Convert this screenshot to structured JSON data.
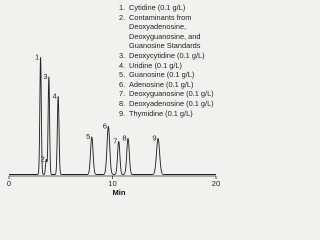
{
  "chart_data": {
    "type": "line",
    "xlabel": "Min",
    "xlim": [
      0,
      20
    ],
    "x_ticks": [
      0,
      10,
      20
    ],
    "baseline": 0.01,
    "series": [
      {
        "values": []
      }
    ],
    "peaks": [
      {
        "label": "1",
        "x": 3.05,
        "height": 0.78,
        "width": 0.07
      },
      {
        "label": "2",
        "x": 3.6,
        "height": 0.1,
        "width": 0.07
      },
      {
        "label": "3",
        "x": 3.85,
        "height": 0.65,
        "width": 0.07
      },
      {
        "label": "4",
        "x": 4.75,
        "height": 0.52,
        "width": 0.08
      },
      {
        "label": "5",
        "x": 8.0,
        "height": 0.25,
        "width": 0.12
      },
      {
        "label": "6",
        "x": 9.6,
        "height": 0.32,
        "width": 0.13
      },
      {
        "label": "7",
        "x": 10.6,
        "height": 0.22,
        "width": 0.11
      },
      {
        "label": "8",
        "x": 11.5,
        "height": 0.24,
        "width": 0.12
      },
      {
        "label": "9",
        "x": 14.4,
        "height": 0.24,
        "width": 0.15
      }
    ],
    "legend": [
      {
        "num": "1.",
        "text": "Cytidine (0.1 g/L)"
      },
      {
        "num": "2.",
        "text": "Contaminants from Deoxyadenosine, Deoxyguanosine, and Guanosine Standards"
      },
      {
        "num": "3.",
        "text": "Deoxycytidine (0.1 g/L)"
      },
      {
        "num": "4.",
        "text": "Uridine (0.1 g/L)"
      },
      {
        "num": "5.",
        "text": "Guanosine (0.1 g/L)"
      },
      {
        "num": "6.",
        "text": "Adenosine (0.1 g/L)"
      },
      {
        "num": "7.",
        "text": "Deoxyguanosine (0.1 g/L)"
      },
      {
        "num": "8.",
        "text": "Deoxyadenosine (0.1 g/L)"
      },
      {
        "num": "9.",
        "text": "Thymidine (0.1 g/L)"
      }
    ],
    "colors": {
      "trace": "#222222",
      "axis": "#333333",
      "background": "#f1f1ef"
    }
  }
}
